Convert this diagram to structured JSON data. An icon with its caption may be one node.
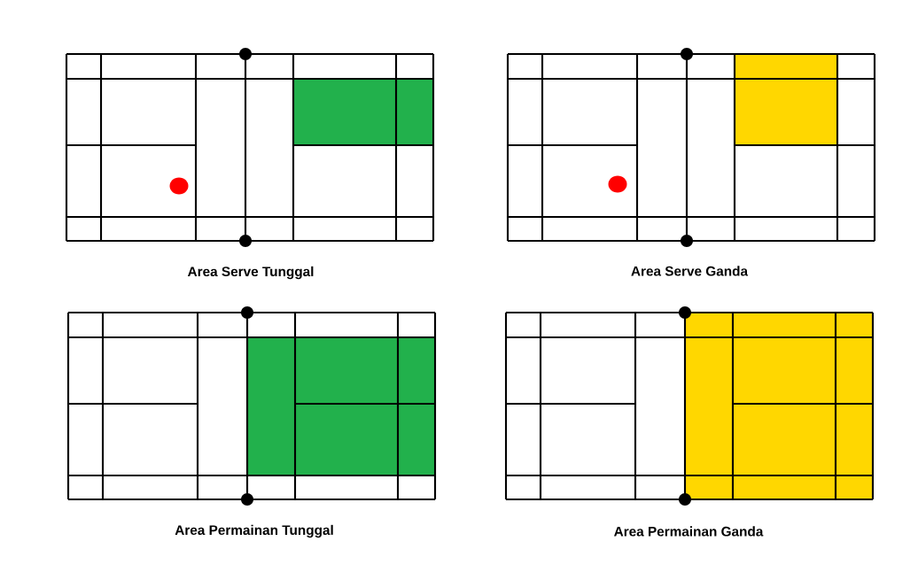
{
  "diagram": {
    "labels": [
      "Area Serve Tunggal",
      "Area Serve Ganda",
      "Area Permainan Tunggal",
      "Area Permainan Ganda"
    ]
  }
}
